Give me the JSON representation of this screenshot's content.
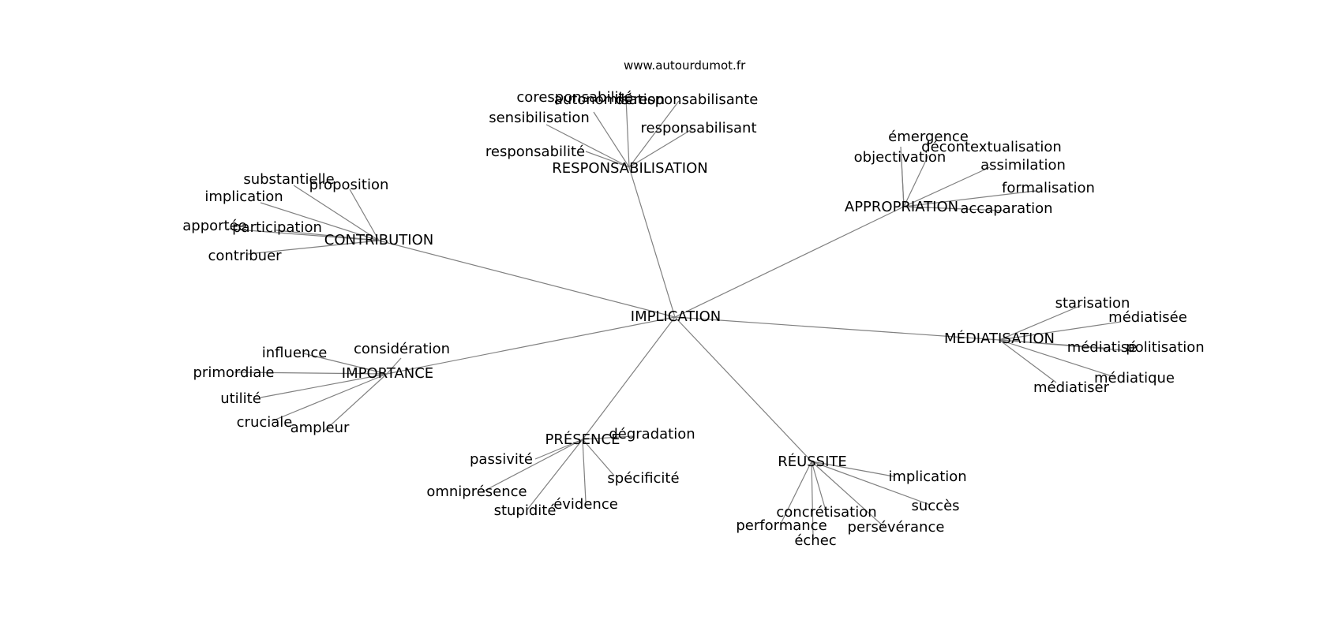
{
  "credit": "www.autourdumot.fr",
  "graph": {
    "center": "IMPLICATION",
    "groups": [
      {
        "label": "RESPONSABILISATION",
        "children": [
          "coresponsabilité",
          "autonomisation",
          "déresponsabilisante",
          "sensibilisation",
          "responsabilisant",
          "responsabilité"
        ]
      },
      {
        "label": "APPROPRIATION",
        "children": [
          "émergence",
          "décontextualisation",
          "objectivation",
          "assimilation",
          "formalisation",
          "accaparation"
        ]
      },
      {
        "label": "CONTRIBUTION",
        "children": [
          "substantielle",
          "proposition",
          "implication",
          "apportée",
          "participation",
          "contribuer"
        ]
      },
      {
        "label": "MÉDIATISATION",
        "children": [
          "starisation",
          "médiatisée",
          "médiatisé",
          "politisation",
          "médiatique",
          "médiatiser"
        ]
      },
      {
        "label": "IMPORTANCE",
        "children": [
          "influence",
          "considération",
          "primordiale",
          "utilité",
          "cruciale",
          "ampleur"
        ]
      },
      {
        "label": "PRÉSENCE",
        "children": [
          "dégradation",
          "passivité",
          "spécificité",
          "omniprésence",
          "stupidité",
          "évidence"
        ]
      },
      {
        "label": "RÉUSSITE",
        "children": [
          "implication",
          "succès",
          "concrétisation",
          "performance",
          "persévérance",
          "échec"
        ]
      }
    ]
  }
}
